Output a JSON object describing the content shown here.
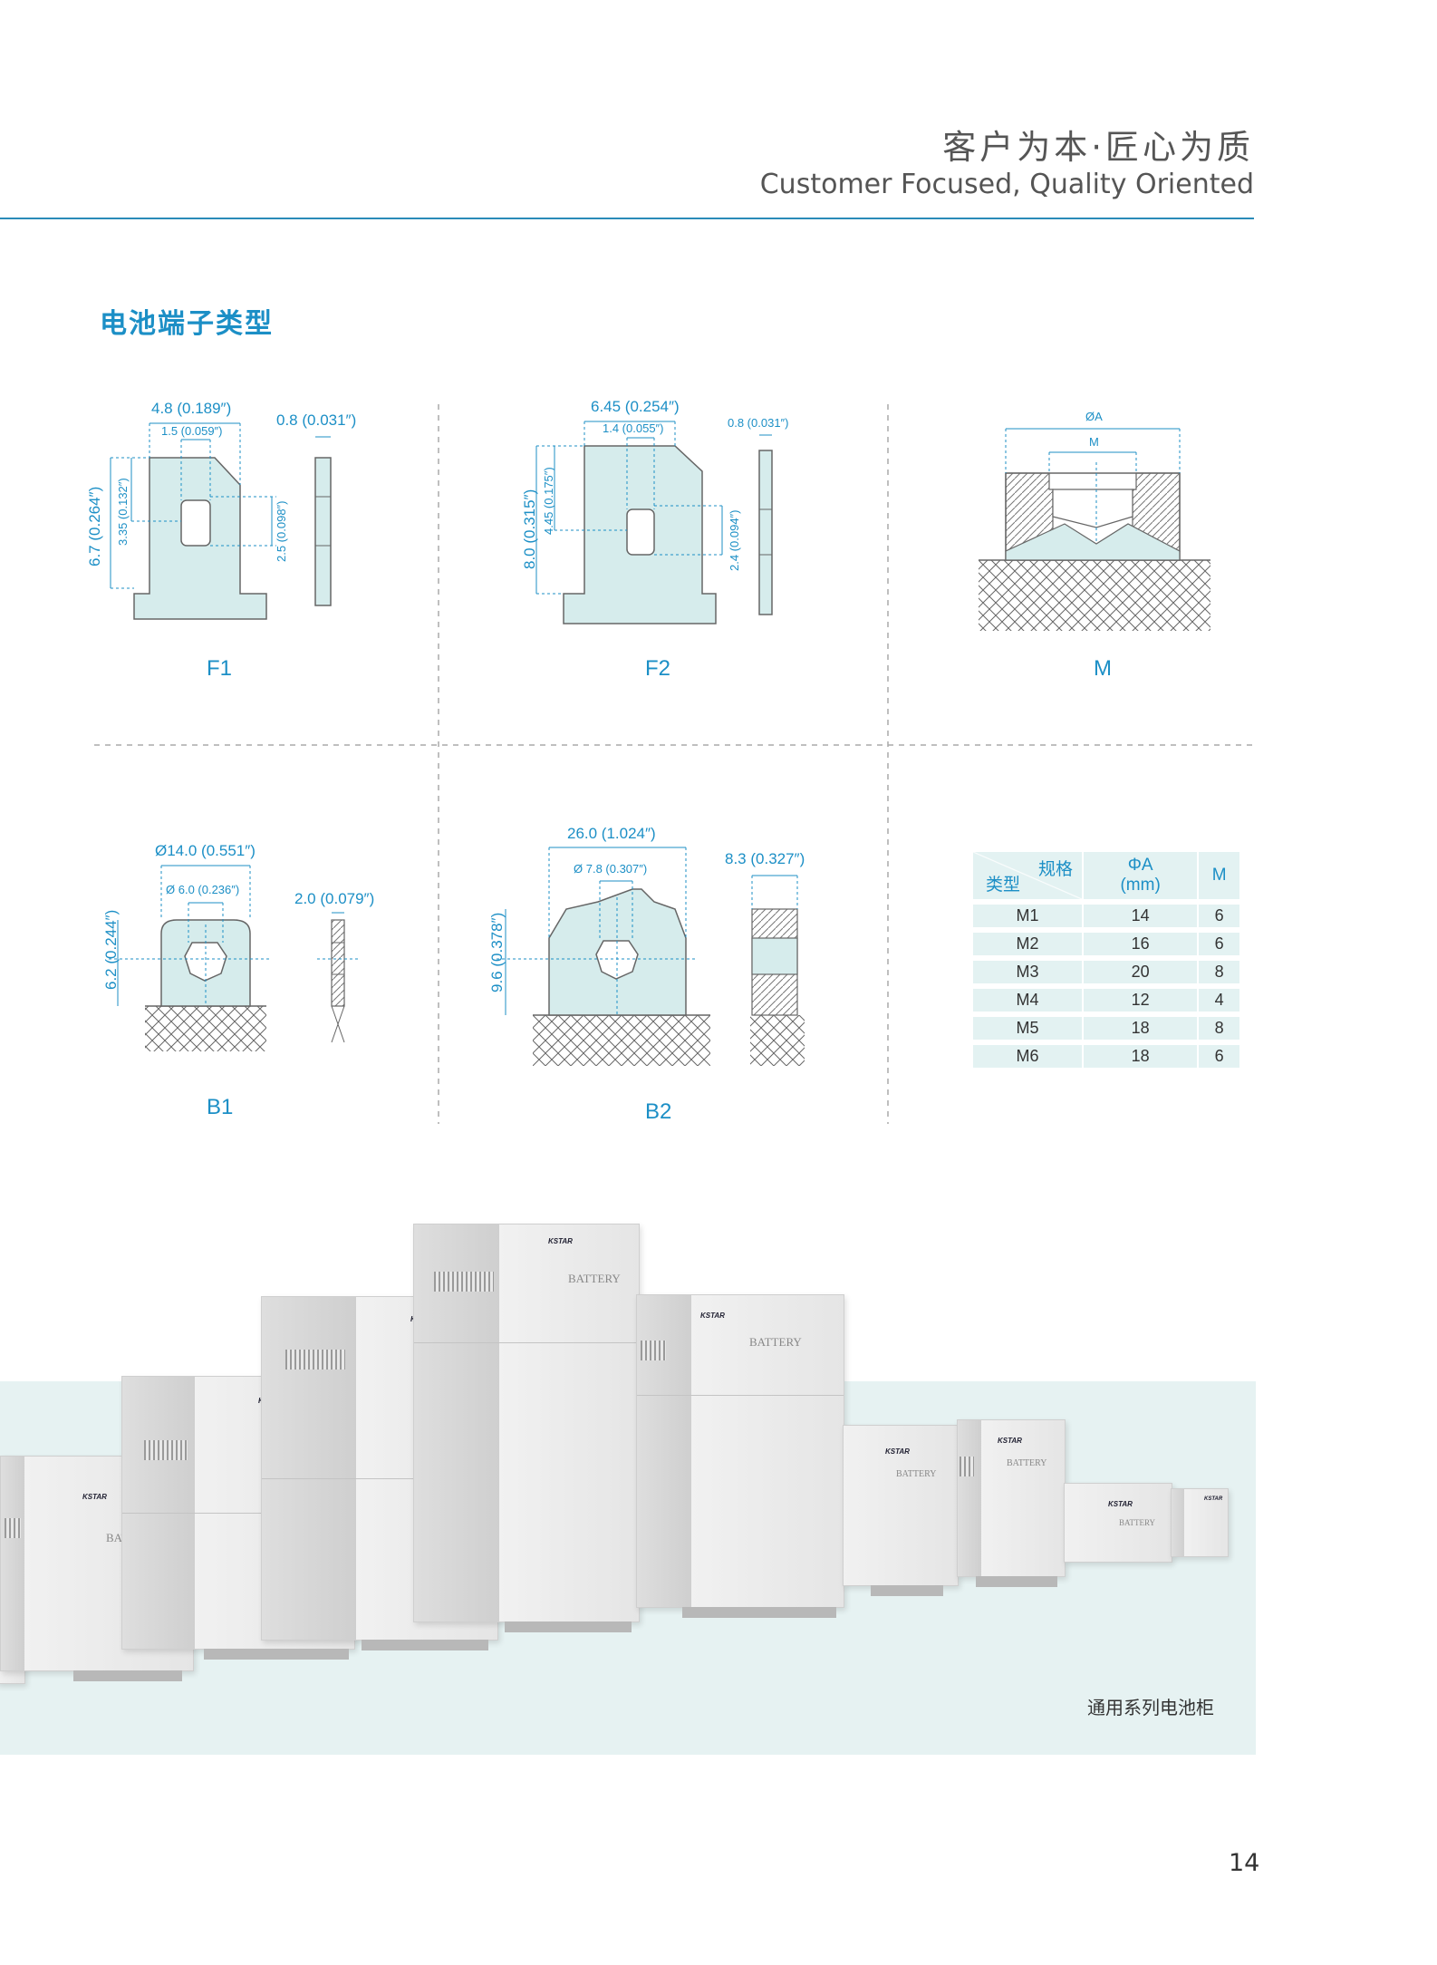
{
  "header": {
    "title_cn": "客户为本·匠心为质",
    "title_en": "Customer Focused, Quality Oriented"
  },
  "section_title": "电池端子类型",
  "terminals": {
    "F1": {
      "label": "F1",
      "width": "4.8 (0.189″)",
      "hole_width": "1.5 (0.059″)",
      "thickness": "0.8 (0.031″)",
      "height": "6.7 (0.264″)",
      "hole_pos": "3.35 (0.132″)",
      "hole_height": "2.5 (0.098″)"
    },
    "F2": {
      "label": "F2",
      "width": "6.45 (0.254″)",
      "hole_width": "1.4 (0.055″)",
      "thickness": "0.8 (0.031″)",
      "height": "8.0 (0.315″)",
      "hole_pos": "4.45 (0.175″)",
      "hole_height": "2.4 (0.094″)"
    },
    "M": {
      "label": "M",
      "outer": "ØA",
      "inner": "M"
    },
    "B1": {
      "label": "B1",
      "diameter": "Ø14.0 (0.551″)",
      "hole": "Ø 6.0 (0.236″)",
      "thickness": "2.0 (0.079″)",
      "height": "6.2 (0.244″)"
    },
    "B2": {
      "label": "B2",
      "width": "26.0 (1.024″)",
      "hole": "Ø 7.8 (0.307″)",
      "thickness": "8.3 (0.327″)",
      "height": "9.6 (0.378″)"
    }
  },
  "spec_table": {
    "header_spec": "规格",
    "header_type": "类型",
    "header_a": "ΦA",
    "header_a_unit": "(mm)",
    "header_m": "M",
    "rows": [
      {
        "type": "M1",
        "a": "14",
        "m": "6"
      },
      {
        "type": "M2",
        "a": "16",
        "m": "6"
      },
      {
        "type": "M3",
        "a": "20",
        "m": "8"
      },
      {
        "type": "M4",
        "a": "12",
        "m": "4"
      },
      {
        "type": "M5",
        "a": "18",
        "m": "8"
      },
      {
        "type": "M6",
        "a": "18",
        "m": "6"
      }
    ]
  },
  "photo": {
    "brand": "KSTAR",
    "battery_text": "BATTERY",
    "caption": "通用系列电池柜"
  },
  "colors": {
    "accent": "#1c8fc6",
    "fill": "#d6ecec",
    "photo_bg": "#e6f2f2",
    "rule": "#2a8bb8"
  },
  "page_number": "14"
}
